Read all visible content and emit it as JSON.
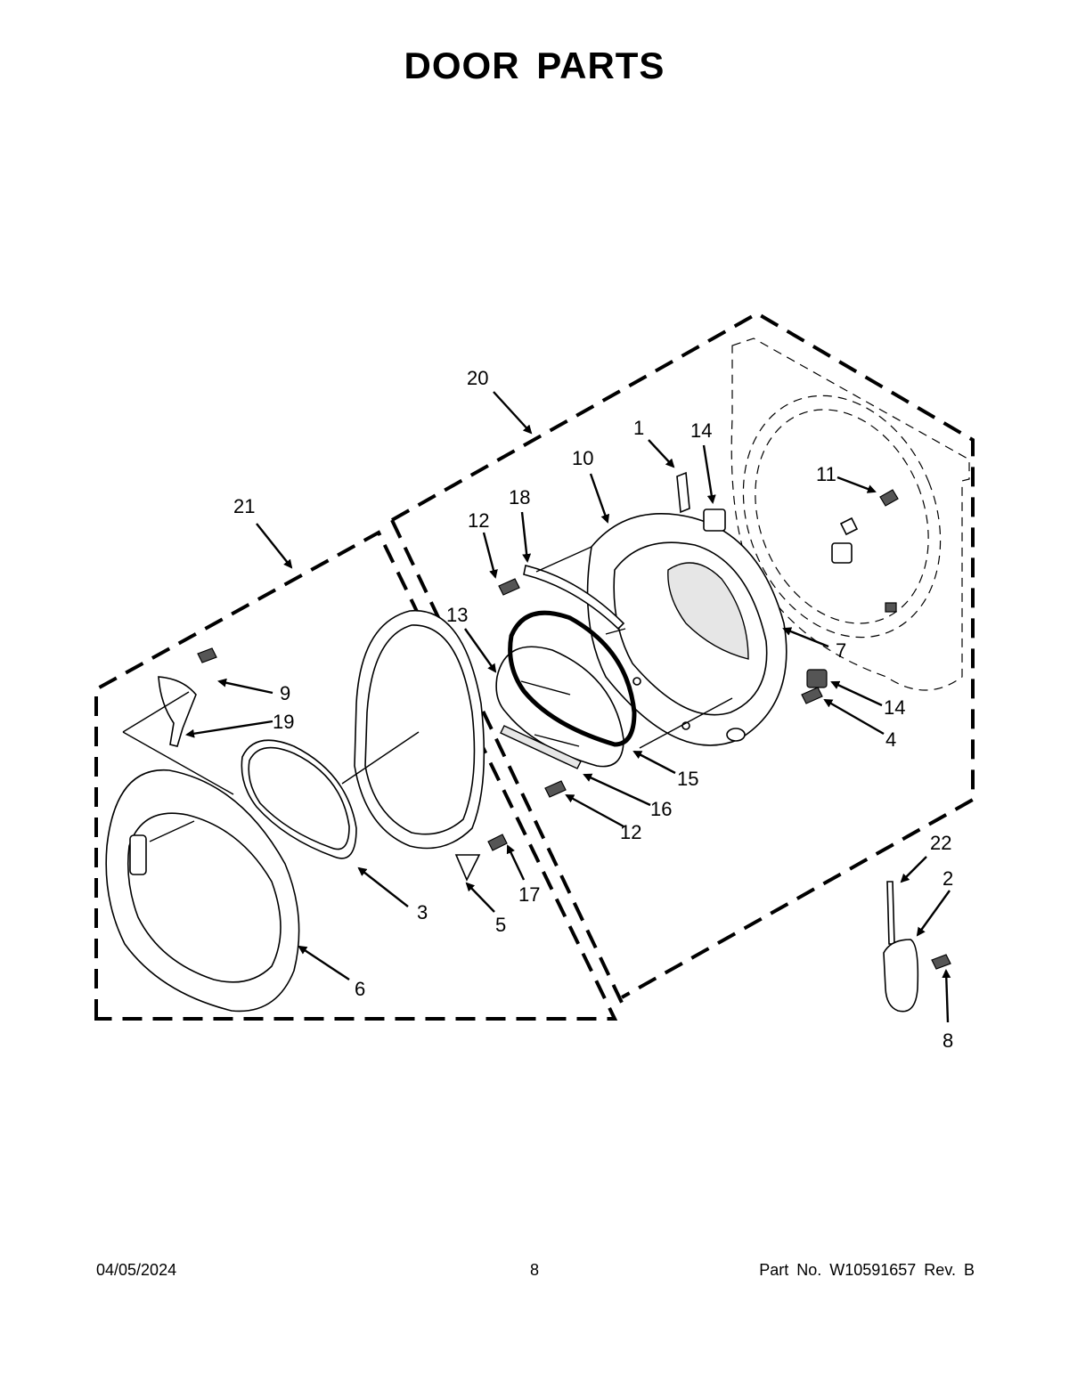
{
  "title": "DOOR PARTS",
  "callouts": {
    "c1": "1",
    "c2": "2",
    "c3": "3",
    "c4": "4",
    "c5": "5",
    "c6": "6",
    "c7": "7",
    "c8": "8",
    "c9": "9",
    "c10": "10",
    "c11": "11",
    "c12a": "12",
    "c12b": "12",
    "c13": "13",
    "c14a": "14",
    "c14b": "14",
    "c15": "15",
    "c16": "16",
    "c17": "17",
    "c18": "18",
    "c19": "19",
    "c20": "20",
    "c21": "21",
    "c22": "22"
  },
  "footer": {
    "date": "04/05/2024",
    "page": "8",
    "part_no": "Part No.  W10591657  Rev.  B"
  }
}
